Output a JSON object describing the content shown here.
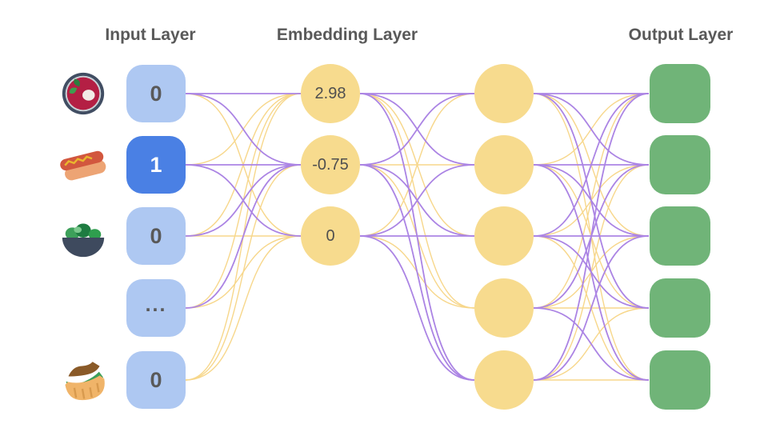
{
  "titles": {
    "input": "Input Layer",
    "embedding": "Embedding Layer",
    "output": "Output Layer"
  },
  "colors": {
    "title_text": "#595959",
    "value_text": "#4f4f4f",
    "input_box": "#aec8f2",
    "input_box_active": "#4a80e4",
    "active_text": "#ffffff",
    "node_yellow": "#f7db8e",
    "output_green": "#70b478",
    "edge_purple": "#ab84e4",
    "edge_yellow": "#f7d78b"
  },
  "input_layer": {
    "items": [
      {
        "icon": "soup-bowl",
        "value": "0",
        "active": false
      },
      {
        "icon": "hot-dog",
        "value": "1",
        "active": true
      },
      {
        "icon": "salad",
        "value": "0",
        "active": false
      },
      {
        "icon": null,
        "value": "...",
        "active": false
      },
      {
        "icon": "pita",
        "value": "0",
        "active": false
      }
    ]
  },
  "embedding_layer": {
    "values": [
      "2.98",
      "-0.75",
      "0"
    ]
  },
  "hidden_layer": {
    "count": 5
  },
  "output_layer": {
    "count": 5
  },
  "edges": {
    "input_to_embedding": [
      [
        "P",
        "P",
        "Y"
      ],
      [
        "Y",
        "P",
        "P"
      ],
      [
        "Y",
        "P",
        "Y"
      ],
      [
        "Y",
        "P",
        "Y"
      ],
      [
        "Y",
        "Y",
        "Y"
      ]
    ],
    "embedding_to_hidden": [
      [
        "P",
        "P",
        "Y",
        "Y",
        "P"
      ],
      [
        "P",
        "Y",
        "P",
        "Y",
        "P"
      ],
      [
        "Y",
        "P",
        "P",
        "Y",
        "P"
      ]
    ],
    "hidden_to_output": [
      [
        "P",
        "P",
        "Y",
        "P",
        "Y"
      ],
      [
        "Y",
        "P",
        "P",
        "Y",
        "P"
      ],
      [
        "P",
        "Y",
        "P",
        "P",
        "Y"
      ],
      [
        "Y",
        "P",
        "Y",
        "Y",
        "P"
      ],
      [
        "P",
        "Y",
        "P",
        "Y",
        "Y"
      ]
    ]
  }
}
